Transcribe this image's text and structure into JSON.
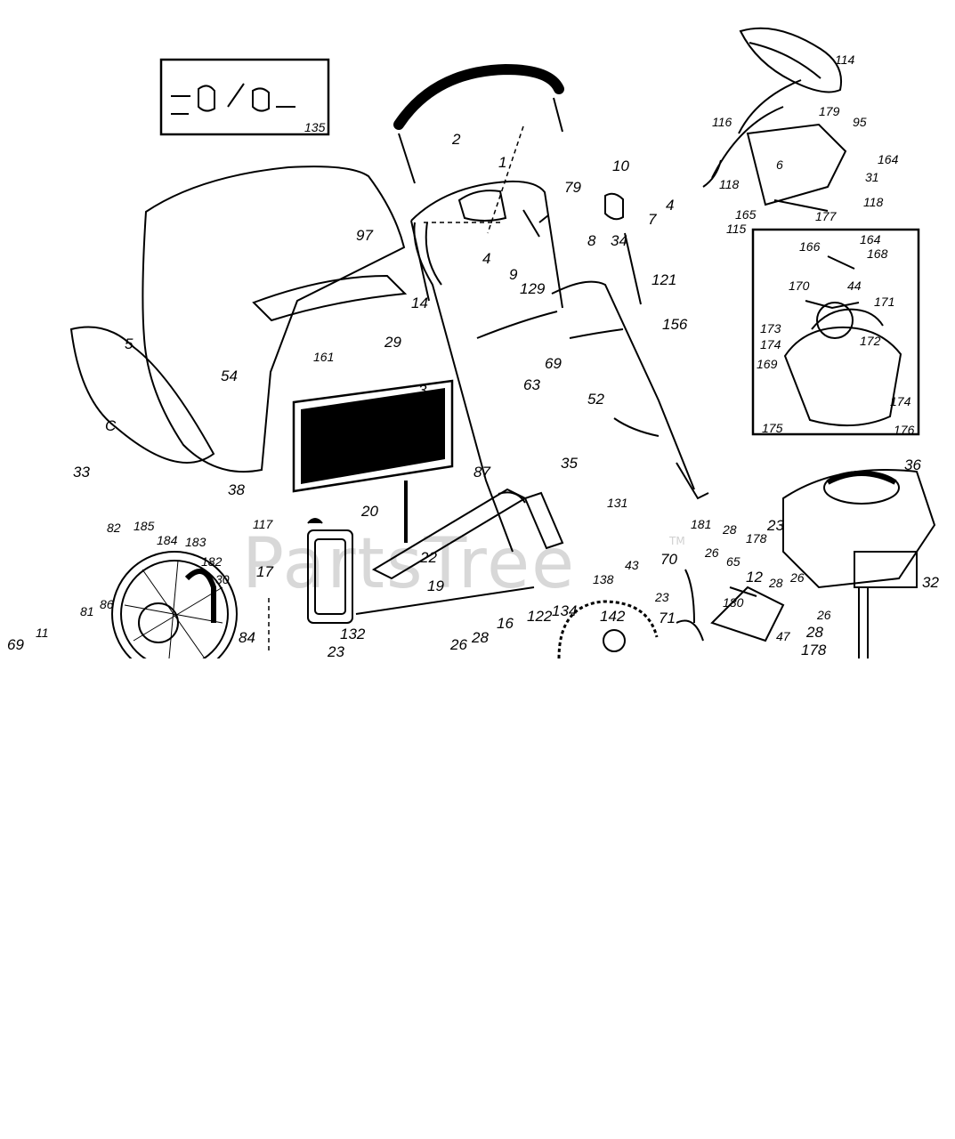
{
  "watermark": {
    "text": "PartsTree",
    "tm": "TM"
  },
  "parts": [
    {
      "label": "2"
    },
    {
      "label": "1"
    },
    {
      "label": "10"
    },
    {
      "label": "79"
    },
    {
      "label": "4"
    },
    {
      "label": "7"
    },
    {
      "label": "8"
    },
    {
      "label": "34"
    },
    {
      "label": "4"
    },
    {
      "label": "9"
    },
    {
      "label": "129"
    },
    {
      "label": "121"
    },
    {
      "label": "14"
    },
    {
      "label": "97"
    },
    {
      "label": "156"
    },
    {
      "label": "29"
    },
    {
      "label": "69"
    },
    {
      "label": "63"
    },
    {
      "label": "3"
    },
    {
      "label": "52"
    },
    {
      "label": "161"
    },
    {
      "label": "54"
    },
    {
      "label": "5"
    },
    {
      "label": "C"
    },
    {
      "label": "33"
    },
    {
      "label": "38"
    },
    {
      "label": "35"
    },
    {
      "label": "87"
    },
    {
      "label": "20"
    },
    {
      "label": "131"
    },
    {
      "label": "117"
    },
    {
      "label": "22"
    },
    {
      "label": "17"
    },
    {
      "label": "19"
    },
    {
      "label": "132"
    },
    {
      "label": "16"
    },
    {
      "label": "23"
    },
    {
      "label": "26"
    },
    {
      "label": "28"
    },
    {
      "label": "122"
    },
    {
      "label": "134"
    },
    {
      "label": "138"
    },
    {
      "label": "43"
    },
    {
      "label": "23"
    },
    {
      "label": "142"
    },
    {
      "label": "70"
    },
    {
      "label": "181"
    },
    {
      "label": "28"
    },
    {
      "label": "26"
    },
    {
      "label": "65"
    },
    {
      "label": "12"
    },
    {
      "label": "180"
    },
    {
      "label": "71"
    },
    {
      "label": "23"
    },
    {
      "label": "178"
    },
    {
      "label": "28"
    },
    {
      "label": "26"
    },
    {
      "label": "26"
    },
    {
      "label": "47"
    },
    {
      "label": "28"
    },
    {
      "label": "178"
    },
    {
      "label": "36"
    },
    {
      "label": "32"
    },
    {
      "label": "82"
    },
    {
      "label": "185"
    },
    {
      "label": "184"
    },
    {
      "label": "183"
    },
    {
      "label": "182"
    },
    {
      "label": "30"
    },
    {
      "label": "84"
    },
    {
      "label": "81"
    },
    {
      "label": "86"
    },
    {
      "label": "69"
    },
    {
      "label": "11"
    },
    {
      "label": "135"
    },
    {
      "label": "114"
    },
    {
      "label": "179"
    },
    {
      "label": "95"
    },
    {
      "label": "116"
    },
    {
      "label": "164"
    },
    {
      "label": "6"
    },
    {
      "label": "31"
    },
    {
      "label": "118"
    },
    {
      "label": "118"
    },
    {
      "label": "165"
    },
    {
      "label": "177"
    },
    {
      "label": "115"
    },
    {
      "label": "166"
    },
    {
      "label": "164"
    },
    {
      "label": "168"
    },
    {
      "label": "44"
    },
    {
      "label": "170"
    },
    {
      "label": "171"
    },
    {
      "label": "173"
    },
    {
      "label": "174"
    },
    {
      "label": "172"
    },
    {
      "label": "169"
    },
    {
      "label": "174"
    },
    {
      "label": "175"
    },
    {
      "label": "176"
    }
  ]
}
